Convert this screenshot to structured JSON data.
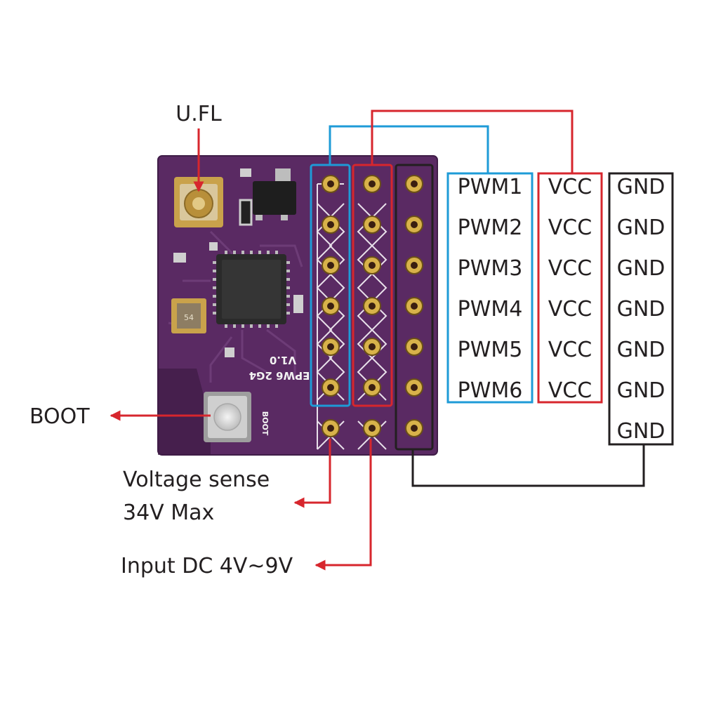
{
  "labels": {
    "ufl": "U.FL",
    "boot": "BOOT",
    "voltage_sense_line1": "Voltage sense",
    "voltage_sense_line2": "34V Max",
    "input_dc": "Input DC 4V~9V"
  },
  "board": {
    "silkscreen_name": "EPW6 2G4",
    "silkscreen_version": "V1.0",
    "silkscreen_boot": "BOOT",
    "crystal_marking": "54"
  },
  "pin_columns": {
    "pwm": [
      "PWM1",
      "PWM2",
      "PWM3",
      "PWM4",
      "PWM5",
      "PWM6"
    ],
    "vcc": [
      "VCC",
      "VCC",
      "VCC",
      "VCC",
      "VCC",
      "VCC"
    ],
    "gnd": [
      "GND",
      "GND",
      "GND",
      "GND",
      "GND",
      "GND",
      "GND"
    ]
  },
  "colors": {
    "board": "#5a2a63",
    "pwm_line": "#1e9bd7",
    "vcc_line": "#d7262d",
    "gnd_line": "#231f20",
    "pad": "#d8b24a"
  }
}
